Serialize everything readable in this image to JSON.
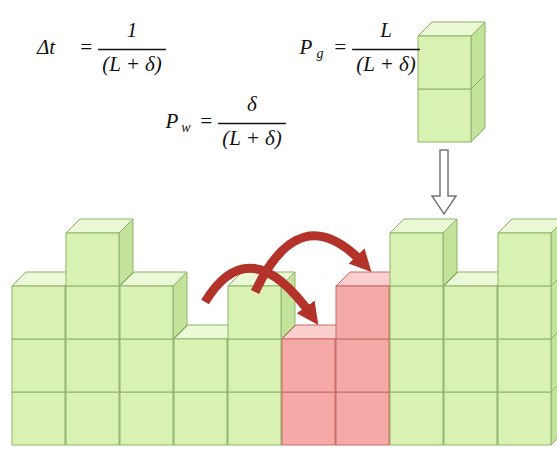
{
  "diagram": {
    "labels": [
      "Δt",
      "=",
      "1",
      "(L + δ)",
      "P",
      "g",
      "=",
      "L",
      "(L + δ)",
      "P",
      "w",
      "=",
      "δ",
      "(L + δ)"
    ]
  }
}
